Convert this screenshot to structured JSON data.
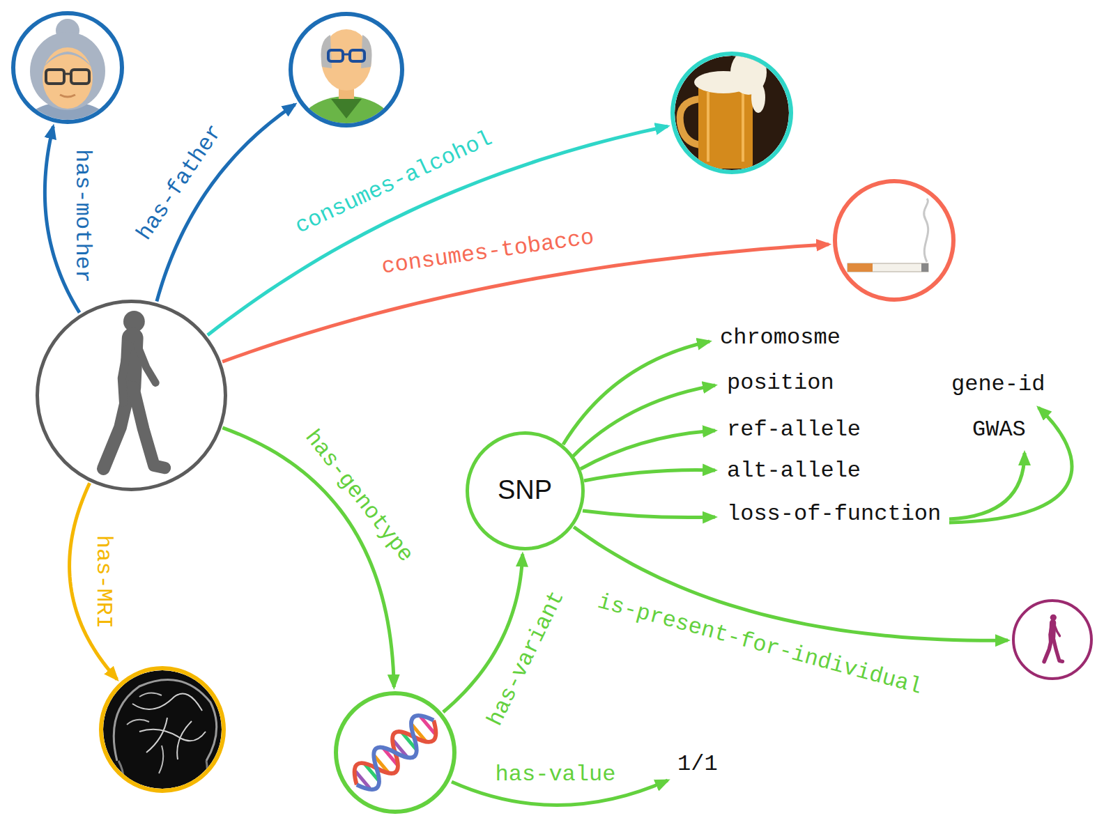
{
  "diagram": {
    "nodes": [
      {
        "text": []
      },
      {
        "text": []
      },
      {
        "text": []
      },
      {
        "text": []
      },
      {
        "text": []
      },
      {
        "text": [
          "SNP"
        ]
      },
      {
        "text": []
      },
      {
        "text": []
      },
      {
        "text": []
      }
    ],
    "edges": [
      {
        "from": 4,
        "to": 0,
        "arrow": "to",
        "label": "has-mother"
      },
      {
        "from": 4,
        "to": 1,
        "arrow": "to",
        "label": "has-father"
      },
      {
        "from": 4,
        "to": 2,
        "arrow": "to",
        "label": "consumes-alcohol"
      },
      {
        "from": 4,
        "to": 3,
        "arrow": "to",
        "label": "consumes-tobacco"
      },
      {
        "from": 4,
        "to": 8,
        "arrow": "to",
        "label": "has-genotype"
      },
      {
        "from": 4,
        "to": 7,
        "arrow": "to",
        "label": "has-MRI"
      },
      {
        "from": 8,
        "to": 5,
        "arrow": "to",
        "label": "has-variant"
      },
      {
        "from": 5,
        "to": 6,
        "arrow": "to",
        "label": "is-present-for-individual"
      }
    ],
    "labels": [
      "chromosme",
      "position",
      "ref-allele",
      "alt-allele",
      "loss-of-function",
      "gene-id",
      "GWAS",
      "has-value",
      "1/1"
    ]
  }
}
